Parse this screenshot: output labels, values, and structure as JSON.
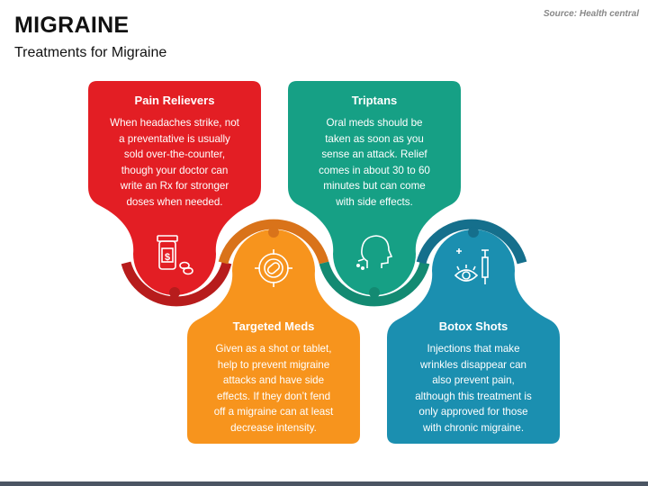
{
  "header": {
    "title": "MIGRAINE",
    "subtitle": "Treatments for Migraine",
    "source": "Source: Health central"
  },
  "cards": [
    {
      "id": "pain-relievers",
      "title": "Pain Relievers",
      "lines": [
        "When headaches strike, not",
        "a preventative is usually",
        "sold over-the-counter,",
        "though your doctor can",
        "write an Rx for stronger",
        "doses when needed."
      ],
      "color": "#e31e24",
      "icon": "pill-bottle-icon"
    },
    {
      "id": "triptans",
      "title": "Triptans",
      "lines": [
        "Oral meds should be",
        "taken as soon as you",
        "sense an attack. Relief",
        "comes in about 30 to 60",
        "minutes but can come",
        "with side effects."
      ],
      "color": "#16a085",
      "icon": "head-spray-icon"
    },
    {
      "id": "targeted-meds",
      "title": "Targeted Meds",
      "lines": [
        "Given as a shot or tablet,",
        "help to prevent migraine",
        "attacks and have side",
        "effects. If they don’t fend",
        "off a migraine can at least",
        "decrease intensity."
      ],
      "color": "#f7941d",
      "icon": "target-pill-icon"
    },
    {
      "id": "botox-shots",
      "title": "Botox Shots",
      "lines": [
        "Injections that make",
        "wrinkles disappear can",
        "also prevent pain,",
        "although this treatment is",
        "only approved for those",
        "with chronic migraine."
      ],
      "color": "#1b8fb0",
      "icon": "eye-syringe-icon"
    }
  ],
  "colors": {
    "red_arc": "#b71c1c",
    "orange_arc": "#d9731a",
    "teal_arc": "#138a72",
    "blue_arc": "#156f8c"
  }
}
